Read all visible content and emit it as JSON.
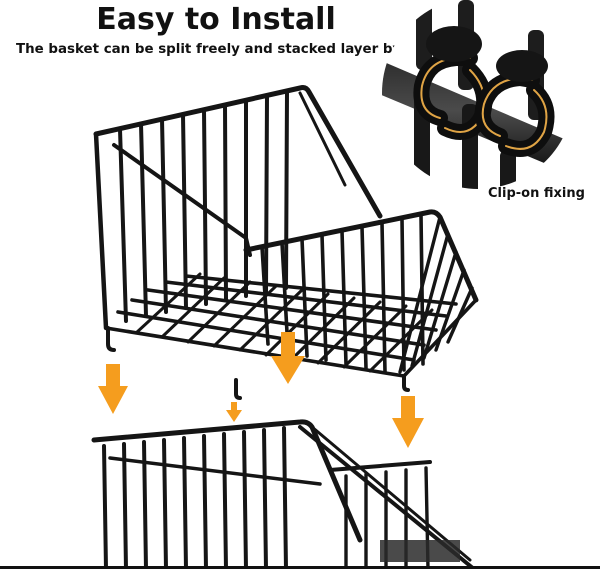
{
  "heading": {
    "title": "Easy to Install",
    "subtitle": "The basket can be split freely and stacked layer by layer"
  },
  "detail_inset": {
    "caption": "Clip-on fixing"
  },
  "icons": [
    "hook-clip-icon",
    "down-arrow-icon"
  ],
  "colors": {
    "wire": "#151515",
    "accent_arrow": "#f59d1e",
    "clip_highlight": "#e0a445",
    "inset_bg": "#ffffff"
  }
}
